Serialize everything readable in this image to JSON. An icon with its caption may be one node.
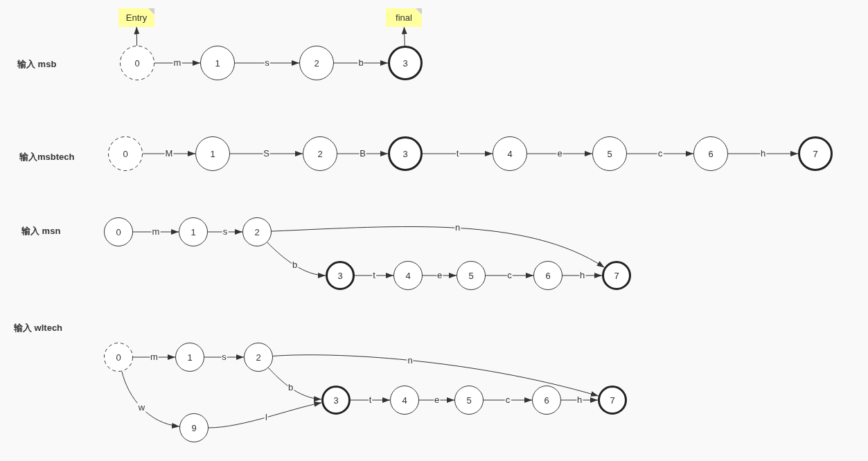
{
  "diagram": {
    "nodes": [
      {
        "text": [
          "Entry"
        ]
      },
      {
        "text": [
          "final"
        ]
      },
      {
        "text": [
          "0"
        ]
      },
      {
        "text": [
          "1"
        ]
      },
      {
        "text": [
          "2"
        ]
      },
      {
        "text": [
          "3"
        ]
      },
      {
        "text": [
          "0"
        ]
      },
      {
        "text": [
          "1"
        ]
      },
      {
        "text": [
          "2"
        ]
      },
      {
        "text": [
          "3"
        ]
      },
      {
        "text": [
          "4"
        ]
      },
      {
        "text": [
          "5"
        ]
      },
      {
        "text": [
          "6"
        ]
      },
      {
        "text": [
          "7"
        ]
      },
      {
        "text": [
          "0"
        ]
      },
      {
        "text": [
          "1"
        ]
      },
      {
        "text": [
          "2"
        ]
      },
      {
        "text": [
          "3"
        ]
      },
      {
        "text": [
          "4"
        ]
      },
      {
        "text": [
          "5"
        ]
      },
      {
        "text": [
          "6"
        ]
      },
      {
        "text": [
          "7"
        ]
      },
      {
        "text": [
          "0"
        ]
      },
      {
        "text": [
          "1"
        ]
      },
      {
        "text": [
          "2"
        ]
      },
      {
        "text": [
          "3"
        ]
      },
      {
        "text": [
          "4"
        ]
      },
      {
        "text": [
          "5"
        ]
      },
      {
        "text": [
          "6"
        ]
      },
      {
        "text": [
          "7"
        ]
      },
      {
        "text": [
          "9"
        ]
      }
    ],
    "edges": [
      {
        "from": 2,
        "to": 0,
        "arrow": "to"
      },
      {
        "from": 5,
        "to": 1,
        "arrow": "to"
      },
      {
        "from": 2,
        "to": 3,
        "arrow": "to",
        "label": "m"
      },
      {
        "from": 3,
        "to": 4,
        "arrow": "to",
        "label": "s"
      },
      {
        "from": 4,
        "to": 5,
        "arrow": "to",
        "label": "b"
      },
      {
        "from": 6,
        "to": 7,
        "arrow": "to",
        "label": "M"
      },
      {
        "from": 7,
        "to": 8,
        "arrow": "to",
        "label": "S"
      },
      {
        "from": 8,
        "to": 9,
        "arrow": "to",
        "label": "B"
      },
      {
        "from": 9,
        "to": 10,
        "arrow": "to",
        "label": "t"
      },
      {
        "from": 10,
        "to": 11,
        "arrow": "to",
        "label": "e"
      },
      {
        "from": 11,
        "to": 12,
        "arrow": "to",
        "label": "c"
      },
      {
        "from": 12,
        "to": 13,
        "arrow": "to",
        "label": "h"
      },
      {
        "from": 14,
        "to": 15,
        "arrow": "to",
        "label": "m"
      },
      {
        "from": 15,
        "to": 16,
        "arrow": "to",
        "label": "s"
      },
      {
        "from": 16,
        "to": 21,
        "arrow": "to",
        "label": "n"
      },
      {
        "from": 16,
        "to": 17,
        "arrow": "to",
        "label": "b"
      },
      {
        "from": 17,
        "to": 18,
        "arrow": "to",
        "label": "t"
      },
      {
        "from": 18,
        "to": 19,
        "arrow": "to",
        "label": "e"
      },
      {
        "from": 19,
        "to": 20,
        "arrow": "to",
        "label": "c"
      },
      {
        "from": 20,
        "to": 21,
        "arrow": "to",
        "label": "h"
      },
      {
        "from": 22,
        "to": 23,
        "arrow": "to",
        "label": "m"
      },
      {
        "from": 23,
        "to": 24,
        "arrow": "to",
        "label": "s"
      },
      {
        "from": 24,
        "to": 29,
        "arrow": "to",
        "label": "n"
      },
      {
        "from": 24,
        "to": 25,
        "arrow": "to",
        "label": "b"
      },
      {
        "from": 25,
        "to": 26,
        "arrow": "to",
        "label": "t"
      },
      {
        "from": 26,
        "to": 27,
        "arrow": "to",
        "label": "e"
      },
      {
        "from": 27,
        "to": 28,
        "arrow": "to",
        "label": "c"
      },
      {
        "from": 28,
        "to": 29,
        "arrow": "to",
        "label": "h"
      },
      {
        "from": 22,
        "to": 30,
        "arrow": "to",
        "label": "w"
      },
      {
        "from": 30,
        "to": 25,
        "arrow": "to",
        "label": "l"
      }
    ],
    "labels": [
      "输入 msb",
      "输入msbtech",
      "输入 msn",
      "输入 wltech"
    ]
  }
}
